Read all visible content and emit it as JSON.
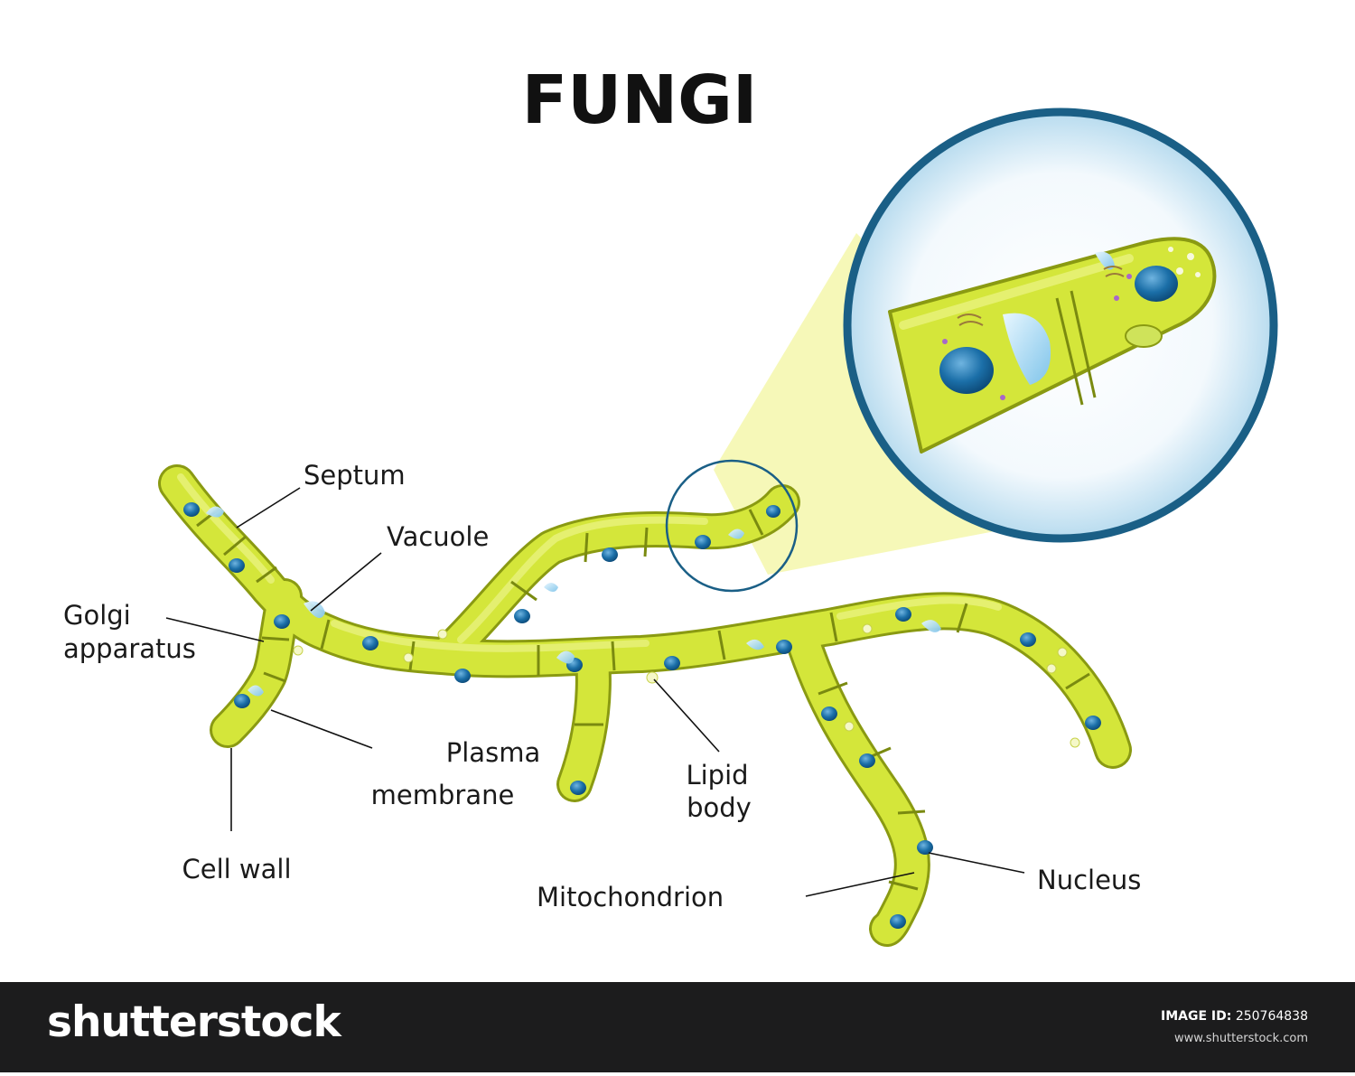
{
  "title": "FUNGI",
  "labels": {
    "septum": "Septum",
    "vacuole": "Vacuole",
    "golgi_1": "Golgi",
    "golgi_2": "apparatus",
    "plasma_1": "Plasma",
    "plasma_2": "membrane",
    "cell_wall": "Cell wall",
    "lipid_1": "Lipid",
    "lipid_2": "body",
    "mitochondrion": "Mitochondrion",
    "nucleus": "Nucleus"
  },
  "footer": {
    "brand": "shutterstock",
    "image_id_label": "IMAGE ID:",
    "image_id": "250764838",
    "site": "www.shutterstock.com"
  },
  "colors": {
    "hypha_fill": "#d4e63a",
    "hypha_outline": "#8a9a12",
    "nucleus": "#1b6fa8",
    "zoom_ring": "#1a5f86",
    "beam": "#f6f8b8"
  }
}
